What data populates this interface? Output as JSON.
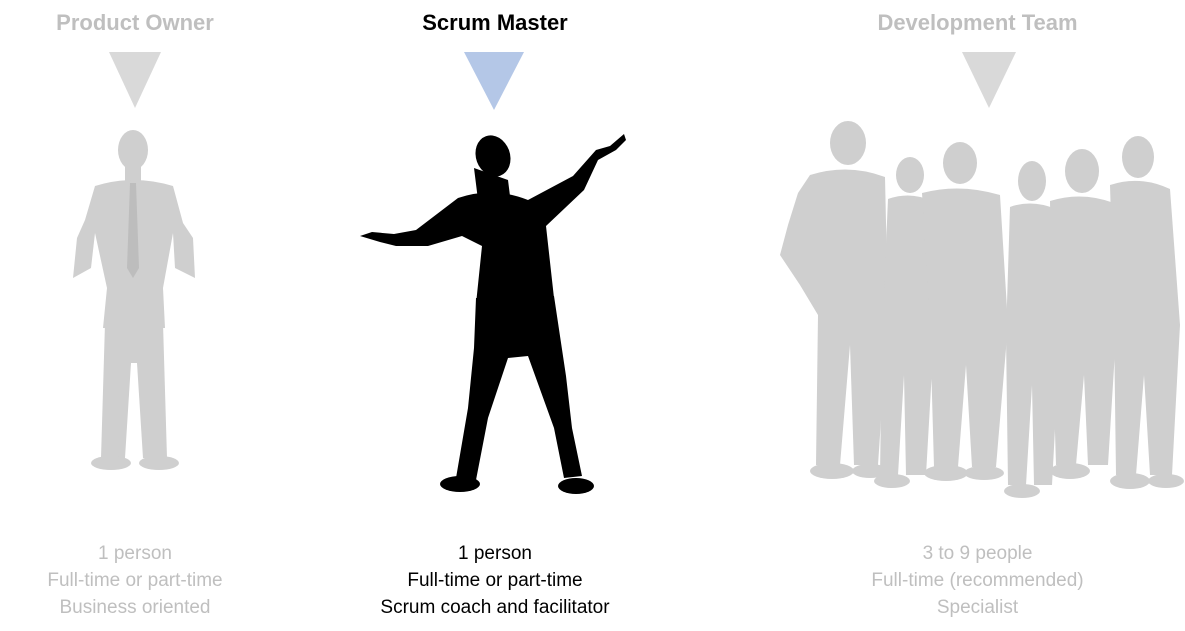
{
  "roles": [
    {
      "title": "Product Owner",
      "lines": [
        "1 person",
        "Full-time or part-time",
        "Business oriented"
      ]
    },
    {
      "title": "Scrum Master",
      "lines": [
        "1 person",
        "Full-time or part-time",
        "Scrum coach and facilitator"
      ]
    },
    {
      "title": "Development Team",
      "lines": [
        "3 to 9 people",
        "Full-time (recommended)",
        "Specialist"
      ]
    }
  ],
  "colors": {
    "muted_text": "#bfbfbf",
    "muted_triangle": "#d9d9d9",
    "active_triangle": "#b4c7e7",
    "muted_silhouette": "#cfcfcf",
    "active_silhouette": "#000000"
  },
  "icons": {
    "product_owner": "businessman-silhouette-icon",
    "scrum_master": "shrugging-man-silhouette-icon",
    "development_team": "group-of-people-silhouette-icon"
  }
}
